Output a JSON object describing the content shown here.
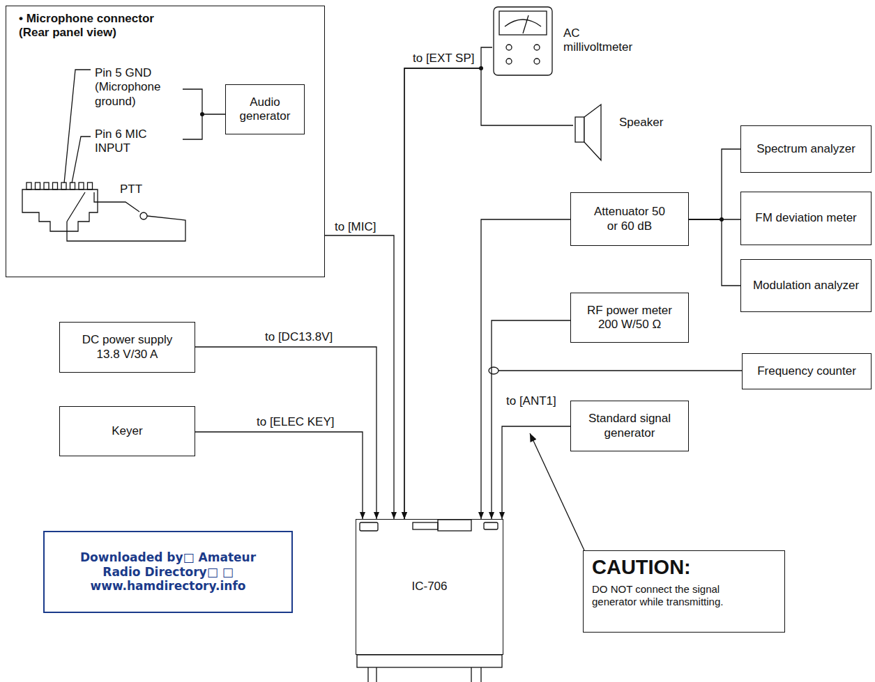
{
  "diagram": {
    "nodes": [
      {
        "text": [
          "• Microphone connector (Rear panel view)"
        ]
      },
      {
        "text": [
          "Audio generator"
        ],
        "in": 0
      },
      {
        "text": [
          "AC millivoltmeter"
        ]
      },
      {
        "text": [
          "Speaker"
        ]
      },
      {
        "text": [
          "Spectrum analyzer"
        ]
      },
      {
        "text": [
          "FM deviation meter"
        ]
      },
      {
        "text": [
          "Modulation analyzer"
        ]
      },
      {
        "text": [
          "Attenuator 50 or 60 dB"
        ]
      },
      {
        "text": [
          "RF power meter 200 W/50 Ω"
        ]
      },
      {
        "text": [
          "Frequency counter"
        ]
      },
      {
        "text": [
          "Standard signal generator"
        ]
      },
      {
        "text": [
          "DC power supply 13.8 V/30 A"
        ]
      },
      {
        "text": [
          "Keyer"
        ]
      },
      {
        "text": [
          "IC-706"
        ]
      },
      {
        "text": [
          "Downloaded by□ Amateur Radio Directory□ □ www.hamdirectory.info"
        ]
      },
      {
        "text": [
          "CAUTION:",
          "DO NOT connect the signal generator while transmitting."
        ]
      }
    ],
    "edges": [
      {
        "from": 0,
        "to": 13,
        "arrow": "to",
        "label": "to [MIC]"
      },
      {
        "from": 2,
        "to": 13,
        "arrow": "to",
        "label": "to [EXT SP]"
      },
      {
        "from": 3,
        "to": 13,
        "arrow": "to"
      },
      {
        "from": 11,
        "to": 13,
        "arrow": "to",
        "label": "to [DC13.8V]"
      },
      {
        "from": 12,
        "to": 13,
        "arrow": "to",
        "label": "to [ELEC KEY]"
      },
      {
        "from": 7,
        "to": 13,
        "arrow": "to"
      },
      {
        "from": 7,
        "to": 4,
        "arrow": "none"
      },
      {
        "from": 7,
        "to": 5,
        "arrow": "none"
      },
      {
        "from": 7,
        "to": 6,
        "arrow": "none"
      },
      {
        "from": 8,
        "to": 13,
        "arrow": "to"
      },
      {
        "from": 9,
        "to": 13,
        "arrow": "none"
      },
      {
        "from": 10,
        "to": 13,
        "arrow": "to",
        "label": "to [ANT1]"
      }
    ],
    "labels": [
      "Pin 5 GND (Microphone ground)",
      "Pin 6 MIC INPUT",
      "PTT"
    ]
  }
}
